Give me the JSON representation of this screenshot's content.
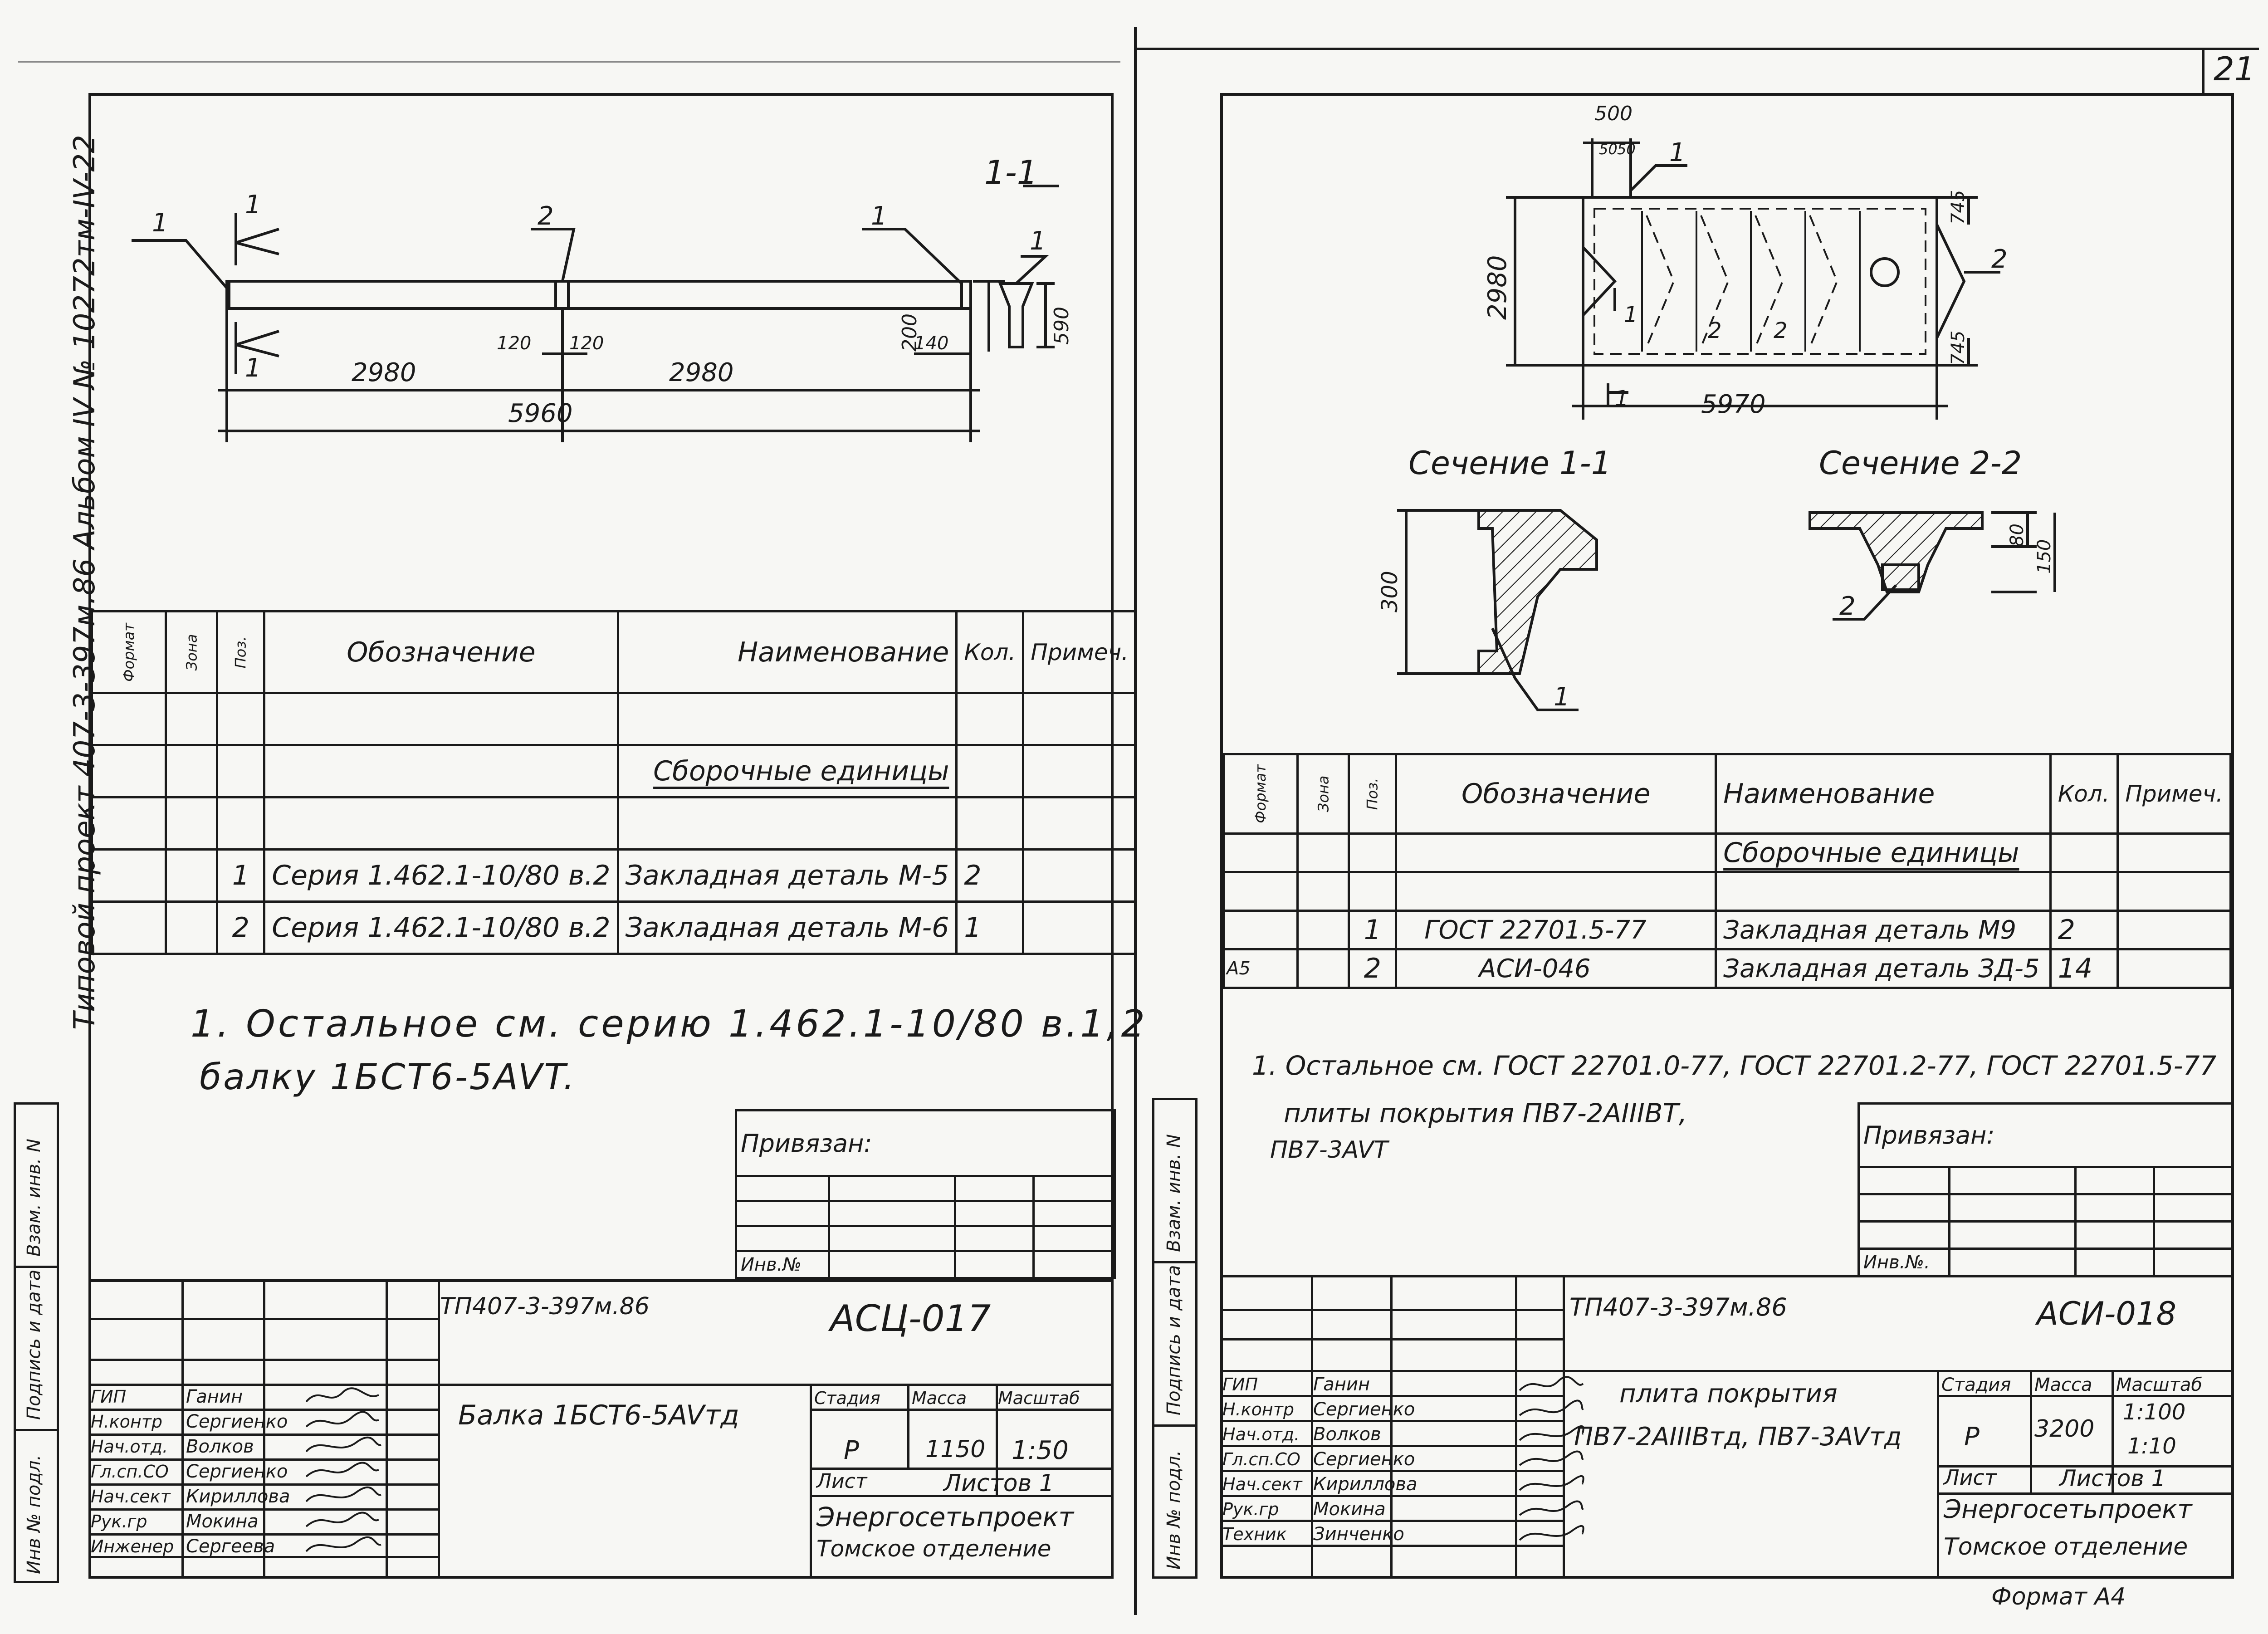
{
  "sheet_number": "21",
  "side_stamp": {
    "project": "Типовой проект 407-3-397м.86 Альбом IV № 10272тм-IV-22",
    "labels": [
      "Инв № подл.",
      "Подпись и дата",
      "Взам. инв. N"
    ]
  },
  "left": {
    "drawing": {
      "section_label": "1-1",
      "callouts": [
        "1",
        "1",
        "2",
        "1",
        "1",
        "1"
      ],
      "dims": [
        "2980",
        "2980",
        "5960",
        "120",
        "120",
        "140",
        "200",
        "590"
      ]
    },
    "spec": {
      "headers": [
        "Формат",
        "Зона",
        "Поз.",
        "Обозначение",
        "Наименование",
        "Кол.",
        "Примеч."
      ],
      "group": "Сборочные единицы",
      "rows": [
        {
          "pos": "1",
          "designation": "Серия 1.462.1-10/80 в.2",
          "name": "Закладная деталь М-5",
          "qty": "2"
        },
        {
          "pos": "2",
          "designation": "Серия 1.462.1-10/80 в.2",
          "name": "Закладная деталь М-6",
          "qty": "1"
        }
      ]
    },
    "note_line1": "1. Остальное см. серию 1.462.1-10/80 в.1,2",
    "note_line2": "балку 1БСТ6-5AVT.",
    "privyazan": "Привязан:",
    "inv_no": "Инв.№",
    "title_block": {
      "project_code": "ТП407-3-397м.86",
      "doc_code": "АСЦ-017",
      "title": "Балка 1БСТ6-5AVтд",
      "stage_label": "Стадия",
      "mass_label": "Масса",
      "scale_label": "Масштаб",
      "stage": "Р",
      "mass": "1150",
      "scale": "1:50",
      "sheet_label": "Лист",
      "sheets_label": "Листов 1",
      "org_line1": "Энергосетьпроект",
      "org_line2": "Томское отделение",
      "roles": [
        "ГИП",
        "Н.контр",
        "Нач.отд.",
        "Гл.сп.СО",
        "Нач.сект",
        "Рук.гр",
        "Инженер"
      ],
      "names": [
        "Ганин",
        "Сергиенко",
        "Волков",
        "Сергиенко",
        "Кириллова",
        "Мокина",
        "Сергеева"
      ]
    }
  },
  "right": {
    "drawing": {
      "dims_plan": [
        "500",
        "50",
        "50",
        "745",
        "745",
        "2980",
        "5970"
      ],
      "callouts": [
        "1",
        "2",
        "1",
        "2",
        "2",
        "1",
        "1",
        "2"
      ],
      "section1_title": "Сечение 1-1",
      "section2_title": "Сечение 2-2",
      "dims_sections": [
        "300",
        "80",
        "150"
      ]
    },
    "spec": {
      "headers": [
        "Формат",
        "Зона",
        "Поз.",
        "Обозначение",
        "Наименование",
        "Кол.",
        "Примеч."
      ],
      "group": "Сборочные единицы",
      "rows": [
        {
          "format": "",
          "pos": "1",
          "designation": "ГОСТ 22701.5-77",
          "name": "Закладная деталь М9",
          "qty": "2"
        },
        {
          "format": "А5",
          "pos": "2",
          "designation": "АСИ-046",
          "name": "Закладная деталь ЗД-5",
          "qty": "14"
        }
      ]
    },
    "note_line1": "1. Остальное см. ГОСТ 22701.0-77, ГОСТ 22701.2-77, ГОСТ 22701.5-77",
    "note_line2": "плиты покрытия ПВ7-2AIIIВТ,",
    "note_line3": "ПВ7-3AVT",
    "privyazan": "Привязан:",
    "inv_no": "Инв.№.",
    "title_block": {
      "project_code": "ТП407-3-397м.86",
      "doc_code": "АСИ-018",
      "title_line1": "плита покрытия",
      "title_line2": "ПВ7-2AIIIВтд, ПВ7-3AVтд",
      "stage_label": "Стадия",
      "mass_label": "Масса",
      "scale_label": "Масштаб",
      "stage": "Р",
      "mass": "3200",
      "scale1": "1:100",
      "scale2": "1:10",
      "sheet_label": "Лист",
      "sheets_label": "Листов 1",
      "org_line1": "Энергосетьпроект",
      "org_line2": "Томское отделение",
      "roles": [
        "ГИП",
        "Н.контр",
        "Нач.отд.",
        "Гл.сп.СО",
        "Нач.сект",
        "Рук.гр",
        "Техник"
      ],
      "names": [
        "Ганин",
        "Сергиенко",
        "Волков",
        "Сергиенко",
        "Кириллова",
        "Мокина",
        "Зинченко"
      ]
    },
    "format_label": "Формат А4"
  }
}
